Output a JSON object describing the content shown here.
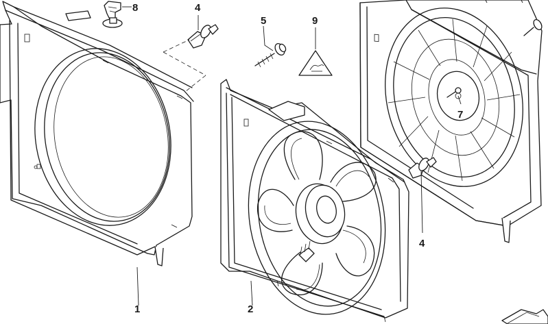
{
  "diagram": {
    "parts": [
      {
        "id": "p1",
        "label": "1",
        "name": "fan-shroud"
      },
      {
        "id": "p2",
        "label": "2",
        "name": "fan-assembly-with-motor"
      },
      {
        "id": "p4a",
        "label": "4",
        "name": "expanding-rivet-top"
      },
      {
        "id": "p4b",
        "label": "4",
        "name": "expanding-rivet-right"
      },
      {
        "id": "p5",
        "label": "5",
        "name": "screw"
      },
      {
        "id": "p7",
        "label": "7",
        "name": "hub-screw"
      },
      {
        "id": "p8",
        "label": "8",
        "name": "clip-nut"
      },
      {
        "id": "p9",
        "label": "9",
        "name": "warning-label"
      }
    ],
    "colors": {
      "line": "#1a1a1a",
      "background": "#ffffff",
      "arrow_fill": "#ffffff"
    },
    "icons": [
      "warning-triangle-icon",
      "reference-arrow-icon"
    ]
  }
}
